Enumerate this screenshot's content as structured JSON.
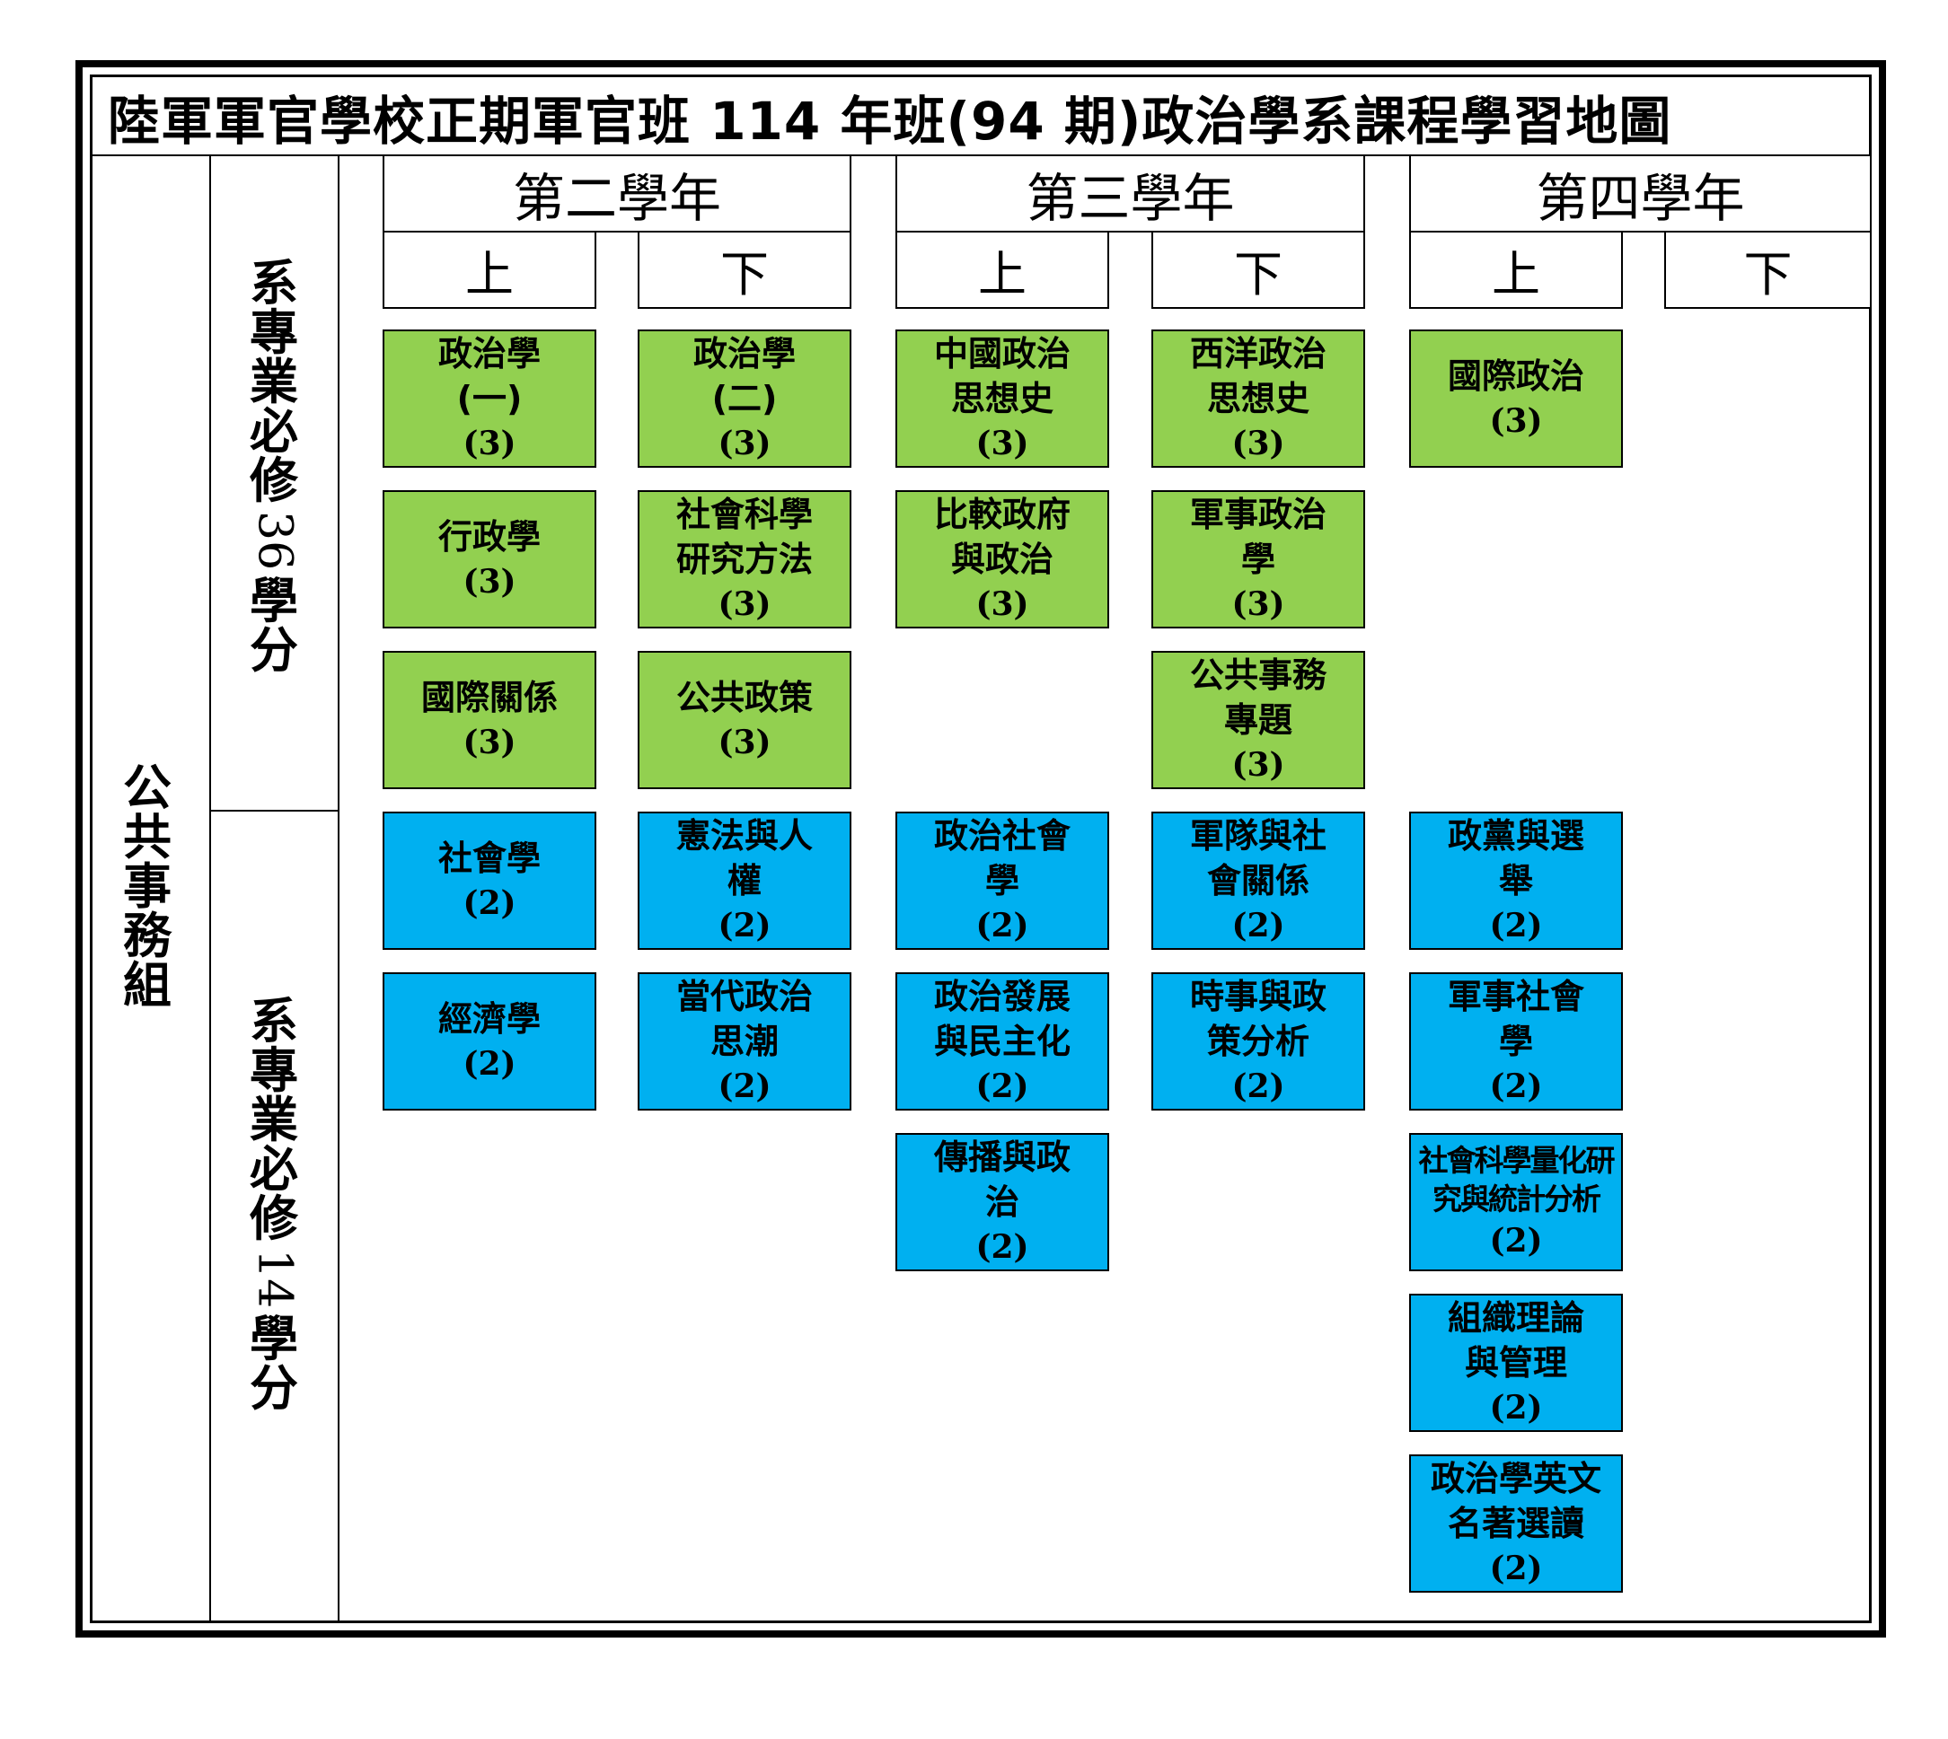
{
  "title": "陸軍軍官學校正期軍官班 114 年班(94 期)政治學系課程學習地圖",
  "group": "公共事務組",
  "categories": [
    {
      "label_chars": [
        "系",
        "專",
        "業",
        "必",
        "修"
      ],
      "num": "36",
      "suffix_chars": [
        "學",
        "分"
      ]
    },
    {
      "label_chars": [
        "系",
        "專",
        "業",
        "必",
        "修"
      ],
      "num": "14",
      "suffix_chars": [
        "學",
        "分"
      ]
    }
  ],
  "years": [
    "第二學年",
    "第三學年",
    "第四學年"
  ],
  "semesters": [
    "上",
    "下",
    "上",
    "下",
    "上",
    "下"
  ],
  "colors": {
    "required": "#92d050",
    "elective": "#00b0f0"
  },
  "courses": [
    {
      "col": 0,
      "row": 0,
      "type": "required",
      "lines": [
        "政治學",
        "(一)"
      ],
      "credit": "(3)"
    },
    {
      "col": 0,
      "row": 1,
      "type": "required",
      "lines": [
        "行政學"
      ],
      "credit": "(3)"
    },
    {
      "col": 0,
      "row": 2,
      "type": "required",
      "lines": [
        "國際關係"
      ],
      "credit": "(3)"
    },
    {
      "col": 0,
      "row": 3,
      "type": "elective",
      "lines": [
        "社會學"
      ],
      "credit": "(2)"
    },
    {
      "col": 0,
      "row": 4,
      "type": "elective",
      "lines": [
        "經濟學"
      ],
      "credit": "(2)"
    },
    {
      "col": 1,
      "row": 0,
      "type": "required",
      "lines": [
        "政治學",
        "(二)"
      ],
      "credit": "(3)"
    },
    {
      "col": 1,
      "row": 1,
      "type": "required",
      "lines": [
        "社會科學",
        "研究方法"
      ],
      "credit": "(3)"
    },
    {
      "col": 1,
      "row": 2,
      "type": "required",
      "lines": [
        "公共政策"
      ],
      "credit": "(3)"
    },
    {
      "col": 1,
      "row": 3,
      "type": "elective",
      "lines": [
        "憲法與人",
        "權"
      ],
      "credit": "(2)"
    },
    {
      "col": 1,
      "row": 4,
      "type": "elective",
      "lines": [
        "當代政治",
        "思潮"
      ],
      "credit": "(2)"
    },
    {
      "col": 2,
      "row": 0,
      "type": "required",
      "lines": [
        "中國政治",
        "思想史"
      ],
      "credit": "(3)"
    },
    {
      "col": 2,
      "row": 1,
      "type": "required",
      "lines": [
        "比較政府",
        "與政治"
      ],
      "credit": "(3)"
    },
    {
      "col": 2,
      "row": 3,
      "type": "elective",
      "lines": [
        "政治社會",
        "學"
      ],
      "credit": "(2)"
    },
    {
      "col": 2,
      "row": 4,
      "type": "elective",
      "lines": [
        "政治發展",
        "與民主化"
      ],
      "credit": "(2)"
    },
    {
      "col": 2,
      "row": 5,
      "type": "elective",
      "lines": [
        "傳播與政",
        "治"
      ],
      "credit": "(2)"
    },
    {
      "col": 3,
      "row": 0,
      "type": "required",
      "lines": [
        "西洋政治",
        "思想史"
      ],
      "credit": "(3)"
    },
    {
      "col": 3,
      "row": 1,
      "type": "required",
      "lines": [
        "軍事政治",
        "學"
      ],
      "credit": "(3)"
    },
    {
      "col": 3,
      "row": 2,
      "type": "required",
      "lines": [
        "公共事務",
        "專題"
      ],
      "credit": "(3)"
    },
    {
      "col": 3,
      "row": 3,
      "type": "elective",
      "lines": [
        "軍隊與社",
        "會關係"
      ],
      "credit": "(2)"
    },
    {
      "col": 3,
      "row": 4,
      "type": "elective",
      "lines": [
        "時事與政",
        "策分析"
      ],
      "credit": "(2)"
    },
    {
      "col": 4,
      "row": 0,
      "type": "required",
      "lines": [
        "國際政治"
      ],
      "credit": "(3)"
    },
    {
      "col": 4,
      "row": 3,
      "type": "elective",
      "lines": [
        "政黨與選",
        "舉"
      ],
      "credit": "(2)"
    },
    {
      "col": 4,
      "row": 4,
      "type": "elective",
      "lines": [
        "軍事社會",
        "學"
      ],
      "credit": "(2)"
    },
    {
      "col": 4,
      "row": 5,
      "type": "elective",
      "lines": [
        "社會科學量化研",
        "究與統計分析"
      ],
      "credit": "(2)"
    },
    {
      "col": 4,
      "row": 6,
      "type": "elective",
      "lines": [
        "組織理論",
        "與管理"
      ],
      "credit": "(2)"
    },
    {
      "col": 4,
      "row": 7,
      "type": "elective",
      "lines": [
        "政治學英文",
        "名著選讀"
      ],
      "credit": "(2)"
    }
  ]
}
